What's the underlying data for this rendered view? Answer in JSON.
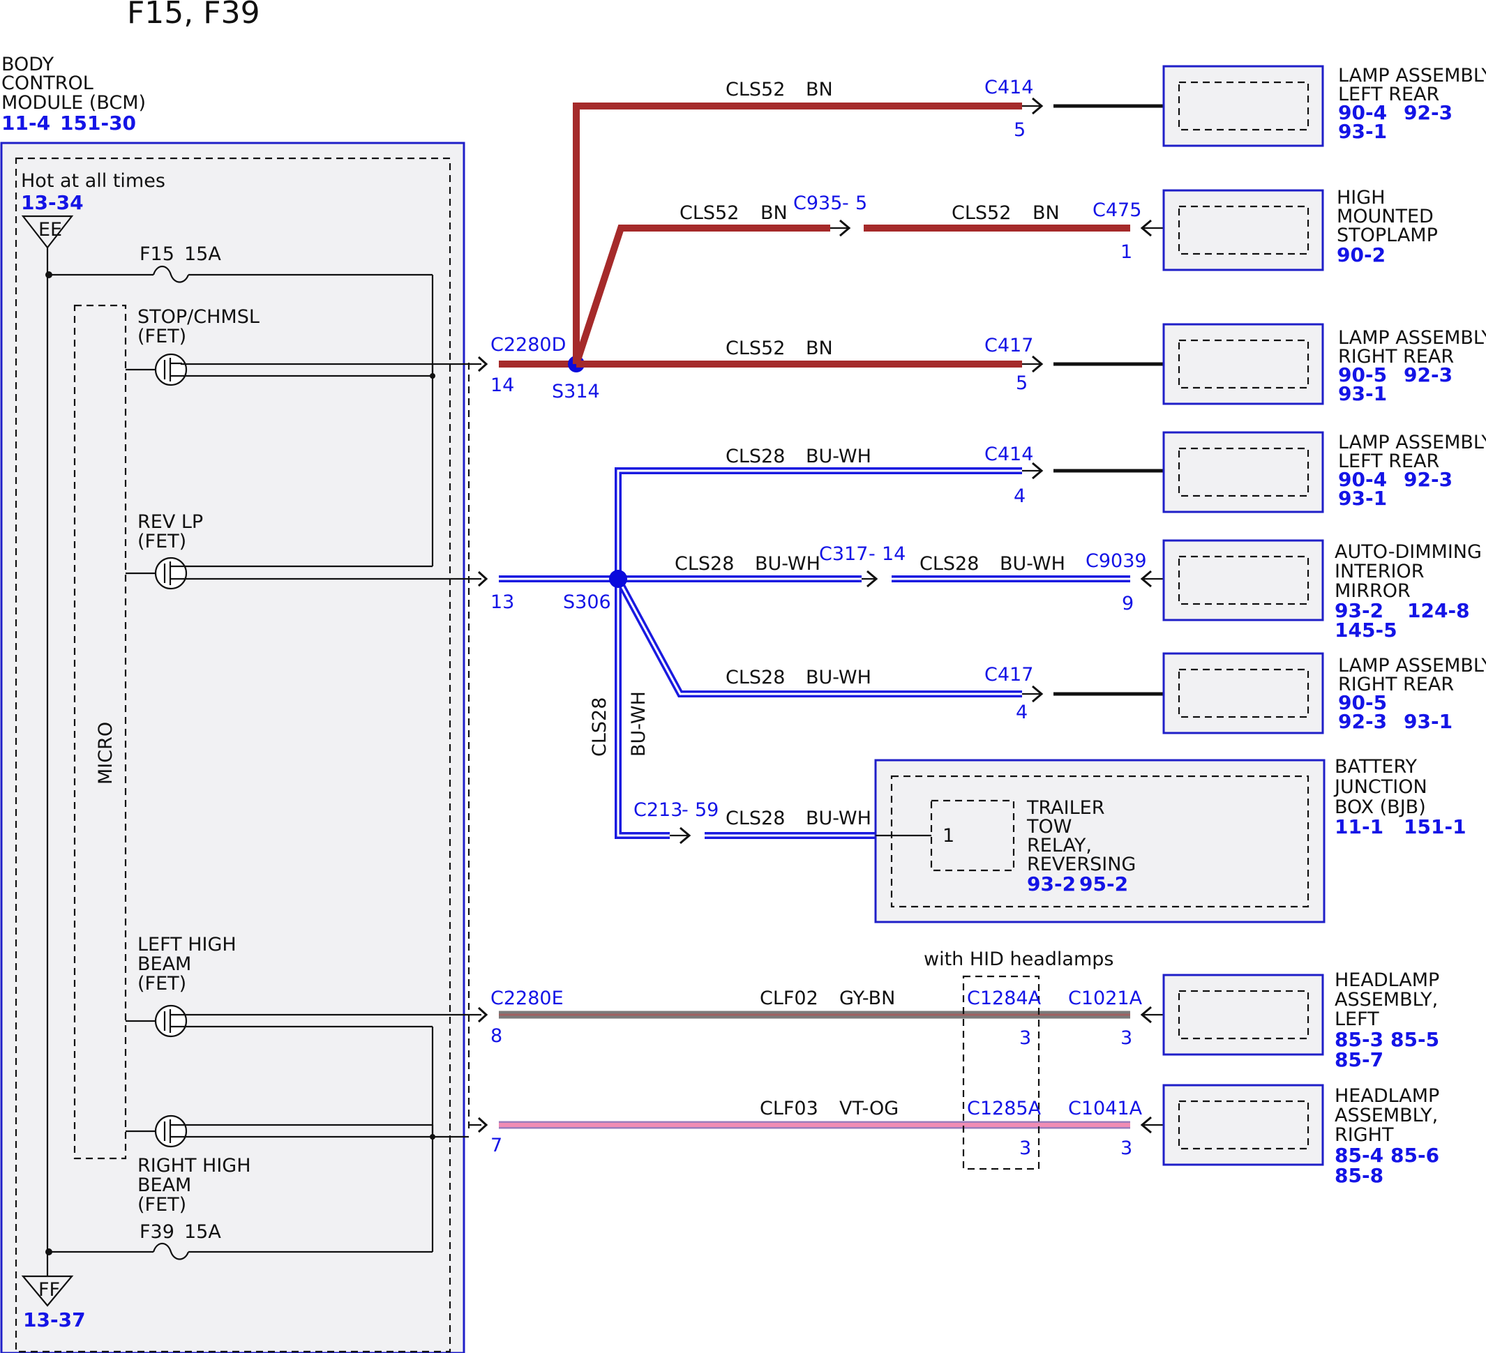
{
  "header": {
    "title": "F15, F39"
  },
  "bcm": {
    "name_lines": [
      "BODY",
      "CONTROL",
      "MODULE (BCM)"
    ],
    "refs": [
      "11-4",
      "151-30"
    ],
    "hot_label": "Hot at all times",
    "hot_ref": "13-34",
    "bus_top": "EE",
    "bus_bottom": "FF",
    "bus_bottom_ref": "13-37",
    "fuse_top": {
      "id": "F15",
      "rating": "15A"
    },
    "fuse_bottom": {
      "id": "F39",
      "rating": "15A"
    },
    "micro_label": "MICRO",
    "fets": {
      "stop": [
        "STOP/CHMSL",
        "(FET)"
      ],
      "rev": [
        "REV LP",
        "(FET)"
      ],
      "left_high": [
        "LEFT HIGH",
        "BEAM",
        "(FET)"
      ],
      "right_high": [
        "RIGHT HIGH",
        "BEAM",
        "(FET)"
      ]
    }
  },
  "connectors": {
    "c2280d": {
      "name": "C2280D",
      "pin14": "14",
      "pin13": "13"
    },
    "c2280e": {
      "name": "C2280E",
      "pin8": "8",
      "pin7": "7"
    },
    "s314": "S314",
    "s306": "S306"
  },
  "circuits": {
    "cls52": "CLS52",
    "bn": "BN",
    "cls28": "CLS28",
    "buwh": "BU-WH",
    "clf02": "CLF02",
    "gybn": "GY-BN",
    "clf03": "CLF03",
    "vtog": "VT-OG"
  },
  "inline": {
    "c935": "C935",
    "c935_pin": "5",
    "c317": "C317",
    "c317_pin": "14",
    "c213": "C213",
    "c213_pin": "59",
    "dash": "-"
  },
  "runs": {
    "r1": {
      "conn": "C414",
      "pin": "5"
    },
    "r2": {
      "conn": "C475",
      "pin": "1"
    },
    "r3": {
      "conn": "C417",
      "pin": "5"
    },
    "r4": {
      "conn": "C414",
      "pin": "4"
    },
    "r5": {
      "conn": "C9039",
      "pin": "9"
    },
    "r6": {
      "conn": "C417",
      "pin": "4"
    },
    "hl_left": {
      "conn": "C1021A",
      "pin": "3",
      "hid_conn": "C1284A",
      "hid_pin": "3"
    },
    "hl_right": {
      "conn": "C1041A",
      "pin": "3",
      "hid_conn": "C1285A",
      "hid_pin": "3"
    }
  },
  "hid_note": "with HID headlamps",
  "components": {
    "lar1": {
      "lines": [
        "LAMP ASSEMBLY,",
        "LEFT REAR"
      ],
      "refs": [
        "90-4",
        "92-3",
        "93-1"
      ]
    },
    "hms": {
      "lines": [
        "HIGH",
        "MOUNTED",
        "STOPLAMP"
      ],
      "refs": [
        "90-2"
      ]
    },
    "rar1": {
      "lines": [
        "LAMP ASSEMBLY,",
        "RIGHT REAR"
      ],
      "refs": [
        "90-5",
        "92-3",
        "93-1"
      ]
    },
    "lar2": {
      "lines": [
        "LAMP ASSEMBLY,",
        "LEFT REAR"
      ],
      "refs": [
        "90-4",
        "92-3",
        "93-1"
      ]
    },
    "mirror": {
      "lines": [
        "AUTO-DIMMING",
        "INTERIOR",
        "MIRROR"
      ],
      "refs": [
        "93-2",
        "124-8",
        "145-5"
      ]
    },
    "rar2": {
      "lines": [
        "LAMP ASSEMBLY,",
        "RIGHT REAR"
      ],
      "refs": [
        "90-5",
        "92-3",
        "93-1"
      ]
    },
    "bjb": {
      "lines": [
        "BATTERY",
        "JUNCTION",
        "BOX (BJB)"
      ],
      "refs": [
        "11-1",
        "151-1"
      ],
      "relay_lines": [
        "TRAILER",
        "TOW",
        "RELAY,",
        "REVERSING"
      ],
      "relay_refs": [
        "93-2",
        "95-2"
      ],
      "relay_pin": "1"
    },
    "hl_left": {
      "lines": [
        "HEADLAMP",
        "ASSEMBLY,",
        "LEFT"
      ],
      "refs": [
        "85-3",
        "85-5",
        "85-7"
      ]
    },
    "hl_right": {
      "lines": [
        "HEADLAMP",
        "ASSEMBLY,",
        "RIGHT"
      ],
      "refs": [
        "85-4",
        "85-6",
        "85-8"
      ]
    }
  },
  "colors": {
    "module_blue": "#1f1fc8",
    "text_blue": "#1414e6",
    "wire_bn": "#a52a2a",
    "wire_buwh": "#1a1ae0",
    "wire_gybn": "#7a7a7a",
    "wire_vtog": "#f08cb4",
    "box_fill": "#f1f1f3"
  }
}
